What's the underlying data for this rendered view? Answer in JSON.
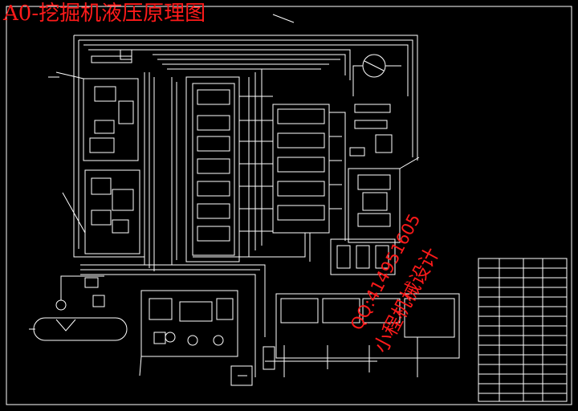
{
  "title": "A0-挖掘机液压原理图",
  "watermark": {
    "line1": "QQ:414951605",
    "line2": "小程机械设计"
  },
  "colors": {
    "background": "#000000",
    "lines": "#ffffff",
    "text_red": "#ff1a1a"
  }
}
